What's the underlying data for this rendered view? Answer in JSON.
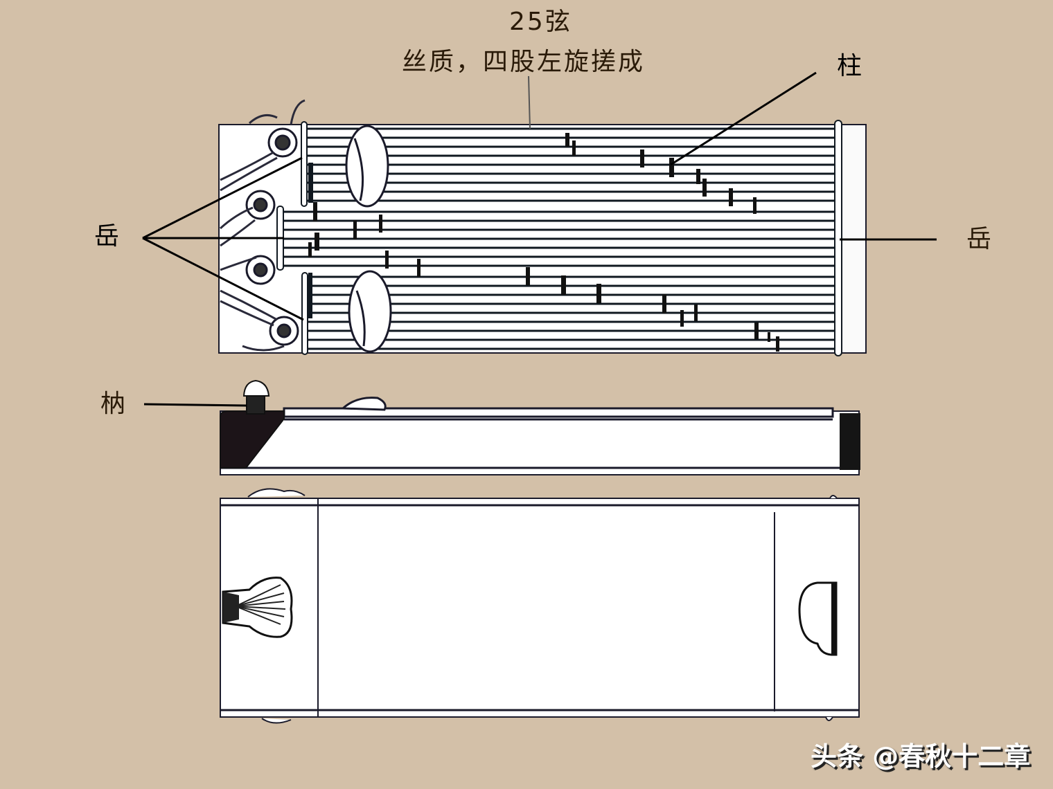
{
  "diagram": {
    "subject": "se-zither",
    "background_color": "#d3c0a8",
    "labels": {
      "string_count": "25弦",
      "string_material": "丝质，四股左旋搓成",
      "bridge": "柱",
      "left_nut": "岳",
      "right_nut": "岳",
      "peg": "枘"
    },
    "views": [
      {
        "name": "top-view",
        "description": "strings and bridges"
      },
      {
        "name": "side-view",
        "description": "profile with peg"
      },
      {
        "name": "bottom-view",
        "description": "underside with sound holes"
      }
    ],
    "watermark": "头条 @春秋十二章",
    "colors": {
      "label_text": "#2a1a08",
      "leader_line": "#000000",
      "body_fill": "#ffffff",
      "outline": "#1a1a2a"
    }
  }
}
